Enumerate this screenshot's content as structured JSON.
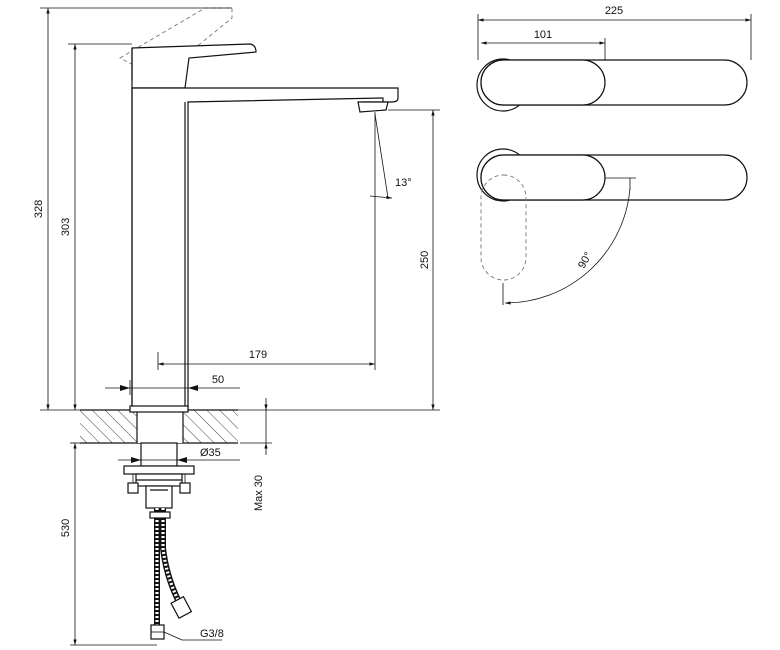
{
  "dimensions": {
    "total_height": "328",
    "body_height": "303",
    "spout_clearance": "250",
    "spout_reach": "179",
    "base_width": "50",
    "mounting_diameter": "Ø35",
    "max_deck_thickness": "Max 30",
    "hose_length": "530",
    "hose_connection": "G3/8",
    "top_view_length": "225",
    "handle_length": "101",
    "spout_angle": "13°",
    "rotation_angle": "90°"
  }
}
